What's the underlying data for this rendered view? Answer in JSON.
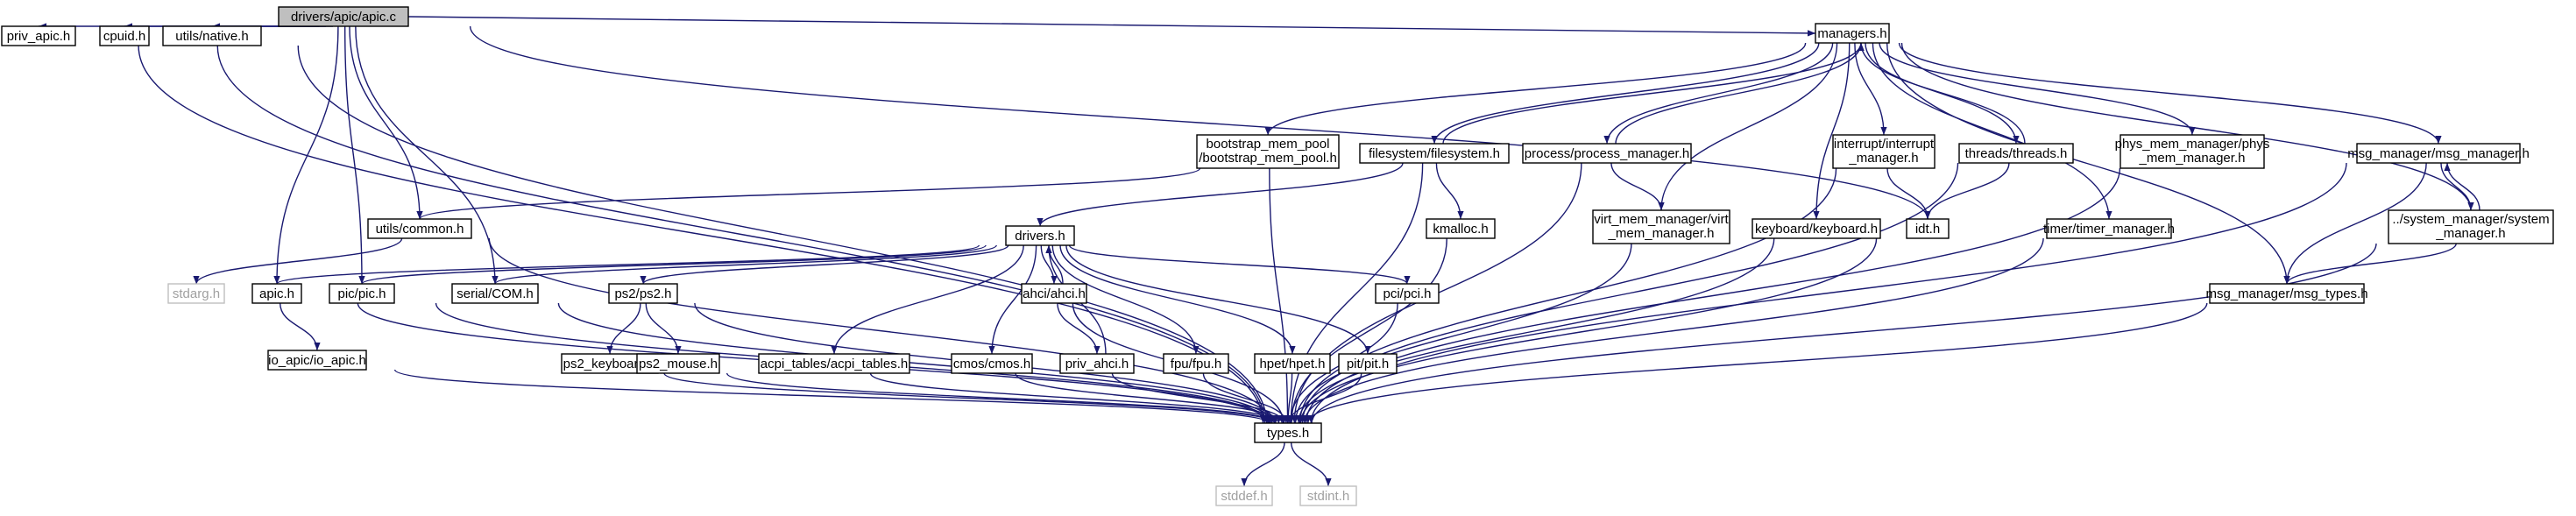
{
  "diagram": {
    "kind": "include-dependency-graph",
    "colors": {
      "edge": "#191970",
      "root_fill": "#bfbfbf",
      "node_border": "#000000",
      "external_border": "#bfbfbf",
      "external_text": "#a0a0a0"
    },
    "nodes": [
      {
        "id": "apic_c",
        "lines": [
          "drivers/apic/apic.c"
        ],
        "style": "root"
      },
      {
        "id": "priv_apic",
        "lines": [
          "priv_apic.h"
        ]
      },
      {
        "id": "cpuid",
        "lines": [
          "cpuid.h"
        ]
      },
      {
        "id": "native",
        "lines": [
          "utils/native.h"
        ]
      },
      {
        "id": "managers",
        "lines": [
          "managers.h"
        ]
      },
      {
        "id": "bootstrap",
        "lines": [
          "bootstrap_mem_pool",
          "/bootstrap_mem_pool.h"
        ]
      },
      {
        "id": "filesystem",
        "lines": [
          "filesystem/filesystem.h"
        ]
      },
      {
        "id": "process",
        "lines": [
          "process/process_manager.h"
        ]
      },
      {
        "id": "interrupt",
        "lines": [
          "interrupt/interrupt",
          "_manager.h"
        ]
      },
      {
        "id": "threads",
        "lines": [
          "threads/threads.h"
        ]
      },
      {
        "id": "phys",
        "lines": [
          "phys_mem_manager/phys",
          "_mem_manager.h"
        ]
      },
      {
        "id": "msgmgr",
        "lines": [
          "msg_manager/msg_manager.h"
        ]
      },
      {
        "id": "common",
        "lines": [
          "utils/common.h"
        ]
      },
      {
        "id": "drivers",
        "lines": [
          "drivers.h"
        ]
      },
      {
        "id": "kmalloc",
        "lines": [
          "kmalloc.h"
        ]
      },
      {
        "id": "virt",
        "lines": [
          "virt_mem_manager/virt",
          "_mem_manager.h"
        ]
      },
      {
        "id": "keyboard",
        "lines": [
          "keyboard/keyboard.h"
        ]
      },
      {
        "id": "idt",
        "lines": [
          "idt.h"
        ]
      },
      {
        "id": "timer",
        "lines": [
          "timer/timer_manager.h"
        ]
      },
      {
        "id": "sysmgr",
        "lines": [
          "../system_manager/system",
          "_manager.h"
        ]
      },
      {
        "id": "stdarg",
        "lines": [
          "stdarg.h"
        ],
        "style": "external"
      },
      {
        "id": "apic_h",
        "lines": [
          "apic.h"
        ]
      },
      {
        "id": "pic",
        "lines": [
          "pic/pic.h"
        ]
      },
      {
        "id": "serial",
        "lines": [
          "serial/COM.h"
        ]
      },
      {
        "id": "ps2",
        "lines": [
          "ps2/ps2.h"
        ]
      },
      {
        "id": "ahci",
        "lines": [
          "ahci/ahci.h"
        ]
      },
      {
        "id": "pci",
        "lines": [
          "pci/pci.h"
        ]
      },
      {
        "id": "msgtypes",
        "lines": [
          "msg_manager/msg_types.h"
        ]
      },
      {
        "id": "ioapic",
        "lines": [
          "io_apic/io_apic.h"
        ]
      },
      {
        "id": "ps2kb",
        "lines": [
          "ps2_keyboard.h"
        ]
      },
      {
        "id": "ps2mouse",
        "lines": [
          "ps2_mouse.h"
        ]
      },
      {
        "id": "acpi",
        "lines": [
          "acpi_tables/acpi_tables.h"
        ]
      },
      {
        "id": "cmos",
        "lines": [
          "cmos/cmos.h"
        ]
      },
      {
        "id": "privahci",
        "lines": [
          "priv_ahci.h"
        ]
      },
      {
        "id": "fpu",
        "lines": [
          "fpu/fpu.h"
        ]
      },
      {
        "id": "hpet",
        "lines": [
          "hpet/hpet.h"
        ]
      },
      {
        "id": "pit",
        "lines": [
          "pit/pit.h"
        ]
      },
      {
        "id": "types",
        "lines": [
          "types.h"
        ]
      },
      {
        "id": "stddef",
        "lines": [
          "stddef.h"
        ],
        "style": "external"
      },
      {
        "id": "stdint",
        "lines": [
          "stdint.h"
        ],
        "style": "external"
      }
    ],
    "edges": [
      [
        "apic_c",
        "priv_apic"
      ],
      [
        "apic_c",
        "cpuid"
      ],
      [
        "apic_c",
        "native"
      ],
      [
        "apic_c",
        "managers"
      ],
      [
        "apic_c",
        "idt"
      ],
      [
        "apic_c",
        "common"
      ],
      [
        "apic_c",
        "apic_h"
      ],
      [
        "apic_c",
        "pic"
      ],
      [
        "apic_c",
        "serial"
      ],
      [
        "priv_apic",
        "types"
      ],
      [
        "cpuid",
        "types"
      ],
      [
        "native",
        "types"
      ],
      [
        "managers",
        "bootstrap"
      ],
      [
        "managers",
        "filesystem"
      ],
      [
        "managers",
        "process"
      ],
      [
        "managers",
        "virt"
      ],
      [
        "managers",
        "keyboard"
      ],
      [
        "managers",
        "interrupt"
      ],
      [
        "managers",
        "threads"
      ],
      [
        "managers",
        "timer"
      ],
      [
        "managers",
        "phys"
      ],
      [
        "managers",
        "msgmgr"
      ],
      [
        "managers",
        "msgtypes"
      ],
      [
        "managers",
        "sysmgr"
      ],
      [
        "filesystem",
        "managers"
      ],
      [
        "process",
        "managers"
      ],
      [
        "threads",
        "managers"
      ],
      [
        "bootstrap",
        "common"
      ],
      [
        "bootstrap",
        "types"
      ],
      [
        "filesystem",
        "drivers"
      ],
      [
        "filesystem",
        "kmalloc"
      ],
      [
        "filesystem",
        "types"
      ],
      [
        "process",
        "virt"
      ],
      [
        "process",
        "types"
      ],
      [
        "interrupt",
        "idt"
      ],
      [
        "interrupt",
        "types"
      ],
      [
        "threads",
        "idt"
      ],
      [
        "threads",
        "types"
      ],
      [
        "phys",
        "types"
      ],
      [
        "msgmgr",
        "sysmgr"
      ],
      [
        "msgmgr",
        "msgtypes"
      ],
      [
        "msgmgr",
        "types"
      ],
      [
        "sysmgr",
        "msgmgr"
      ],
      [
        "sysmgr",
        "msgtypes"
      ],
      [
        "sysmgr",
        "types"
      ],
      [
        "common",
        "stdarg"
      ],
      [
        "common",
        "types"
      ],
      [
        "drivers",
        "apic_h"
      ],
      [
        "drivers",
        "pic"
      ],
      [
        "drivers",
        "serial"
      ],
      [
        "drivers",
        "ps2"
      ],
      [
        "drivers",
        "acpi"
      ],
      [
        "drivers",
        "cmos"
      ],
      [
        "drivers",
        "ahci"
      ],
      [
        "drivers",
        "fpu"
      ],
      [
        "drivers",
        "hpet"
      ],
      [
        "drivers",
        "pit"
      ],
      [
        "drivers",
        "pci"
      ],
      [
        "ahci",
        "drivers"
      ],
      [
        "privahci",
        "drivers"
      ],
      [
        "kmalloc",
        "types"
      ],
      [
        "virt",
        "types"
      ],
      [
        "keyboard",
        "types"
      ],
      [
        "idt",
        "types"
      ],
      [
        "timer",
        "types"
      ],
      [
        "apic_h",
        "ioapic"
      ],
      [
        "apic_h",
        "types"
      ],
      [
        "ioapic",
        "types"
      ],
      [
        "pic",
        "types"
      ],
      [
        "serial",
        "types"
      ],
      [
        "ps2",
        "ps2kb"
      ],
      [
        "ps2",
        "ps2mouse"
      ],
      [
        "ps2",
        "types"
      ],
      [
        "ps2kb",
        "types"
      ],
      [
        "ps2mouse",
        "types"
      ],
      [
        "acpi",
        "types"
      ],
      [
        "cmos",
        "types"
      ],
      [
        "ahci",
        "privahci"
      ],
      [
        "ahci",
        "types"
      ],
      [
        "privahci",
        "types"
      ],
      [
        "fpu",
        "types"
      ],
      [
        "hpet",
        "types"
      ],
      [
        "pit",
        "types"
      ],
      [
        "pci",
        "types"
      ],
      [
        "msgtypes",
        "types"
      ],
      [
        "types",
        "stddef"
      ],
      [
        "types",
        "stdint"
      ]
    ]
  }
}
